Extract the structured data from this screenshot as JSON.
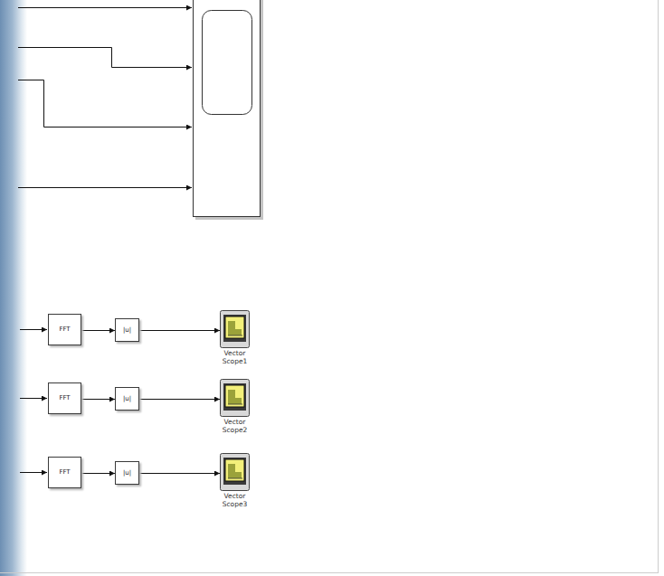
{
  "diagram": {
    "nodes": [
      {
        "text": [
          "FFT"
        ]
      },
      {
        "text": [
          "|u|"
        ]
      },
      {
        "text": [
          "Vector Scope1"
        ]
      },
      {
        "text": [
          "FFT"
        ]
      },
      {
        "text": [
          "|u|"
        ]
      },
      {
        "text": [
          "Vector Scope2"
        ]
      },
      {
        "text": [
          "FFT"
        ]
      },
      {
        "text": [
          "|u|"
        ]
      },
      {
        "text": [
          "Vector Scope3"
        ]
      }
    ],
    "edges": [
      {
        "from": 0,
        "to": 1,
        "arrow": "to"
      },
      {
        "from": 1,
        "to": 2,
        "arrow": "to"
      },
      {
        "from": 3,
        "to": 4,
        "arrow": "to"
      },
      {
        "from": 4,
        "to": 5,
        "arrow": "to"
      },
      {
        "from": 6,
        "to": 7,
        "arrow": "to"
      },
      {
        "from": 7,
        "to": 8,
        "arrow": "to"
      }
    ]
  }
}
